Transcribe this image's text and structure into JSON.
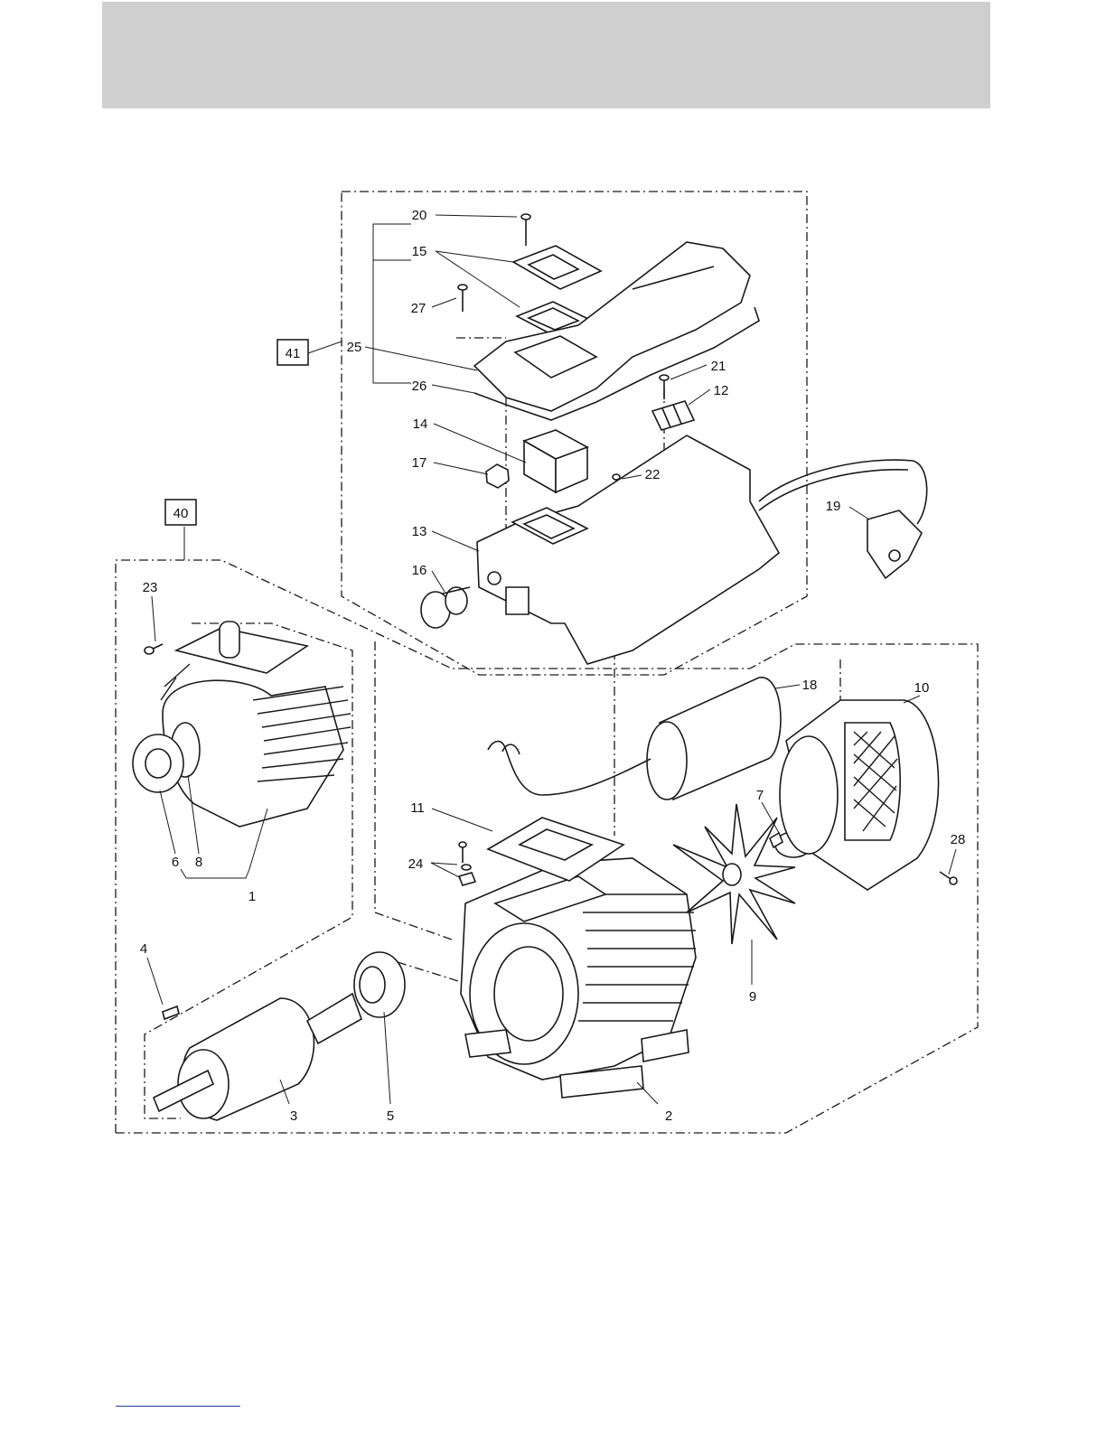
{
  "callouts": {
    "c1": "1",
    "c2": "2",
    "c3": "3",
    "c4": "4",
    "c5": "5",
    "c6": "6",
    "c7": "7",
    "c8": "8",
    "c9": "9",
    "c10": "10",
    "c11": "11",
    "c12": "12",
    "c13": "13",
    "c14": "14",
    "c15": "15",
    "c16": "16",
    "c17": "17",
    "c18": "18",
    "c19": "19",
    "c20": "20",
    "c21": "21",
    "c22": "22",
    "c23": "23",
    "c24": "24",
    "c25": "25",
    "c26": "26",
    "c27": "27",
    "c28": "28"
  },
  "assemblies": {
    "a40": "40",
    "a41": "41"
  },
  "colors": {
    "header_band": "#cfcfcf",
    "line": "#1a1a1a",
    "footer_rule": "#1f3aa8"
  }
}
